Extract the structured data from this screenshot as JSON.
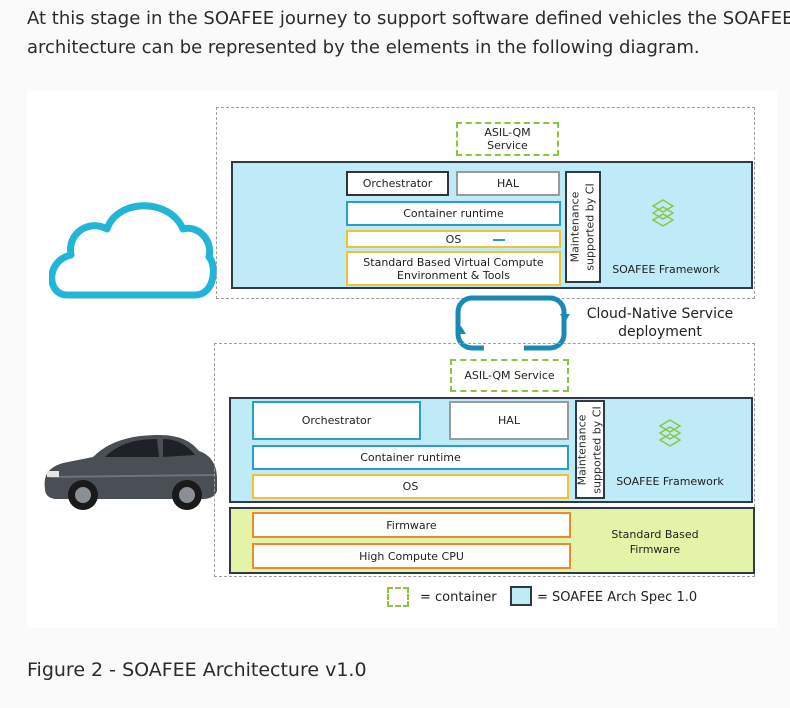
{
  "intro_text": {
    "line1": "At this stage in the SOAFEE journey to support software defined vehicles the SOAFEE s",
    "line2": "architecture can be represented by the elements in the following diagram."
  },
  "diagram": {
    "cloud": {
      "service": "ASIL-QM Service",
      "service_line1": "ASIL-QM",
      "service_line2": "Service",
      "orchestrator": "Orchestrator",
      "hal": "HAL",
      "container_runtime": "Container runtime",
      "os": "OS",
      "virtual_env_line1": "Standard Based Virtual Compute",
      "virtual_env_line2": "Environment & Tools",
      "maintenance_line1": "Maintenance",
      "maintenance_line2": "supported by CI",
      "framework": "SOAFEE Framework"
    },
    "deployment_label_line1": "Cloud-Native Service",
    "deployment_label_line2": "deployment",
    "vehicle": {
      "service": "ASIL-QM Service",
      "orchestrator": "Orchestrator",
      "hal": "HAL",
      "container_runtime": "Container runtime",
      "os": "OS",
      "maintenance_line1": "Maintenance",
      "maintenance_line2": "supported by CI",
      "framework": "SOAFEE Framework",
      "firmware": "Firmware",
      "cpu": "High Compute CPU",
      "std_firmware_line1": "Standard Based",
      "std_firmware_line2": "Firmware"
    },
    "legend": {
      "container": "= container",
      "arch_spec": "= SOAFEE Arch Spec 1.0"
    },
    "icons": [
      "cloud-icon",
      "car-image",
      "sync-arrows-icon",
      "soafee-logo-icon"
    ]
  },
  "colors": {
    "blue_zone": "#bfeaf7",
    "green_zone": "#e3f3a7",
    "cloud_stroke": "#20b5d9",
    "arrow": "#1a89b5",
    "container_dash": "#8bc53f"
  },
  "caption": "Figure 2 - SOAFEE Architecture v1.0"
}
